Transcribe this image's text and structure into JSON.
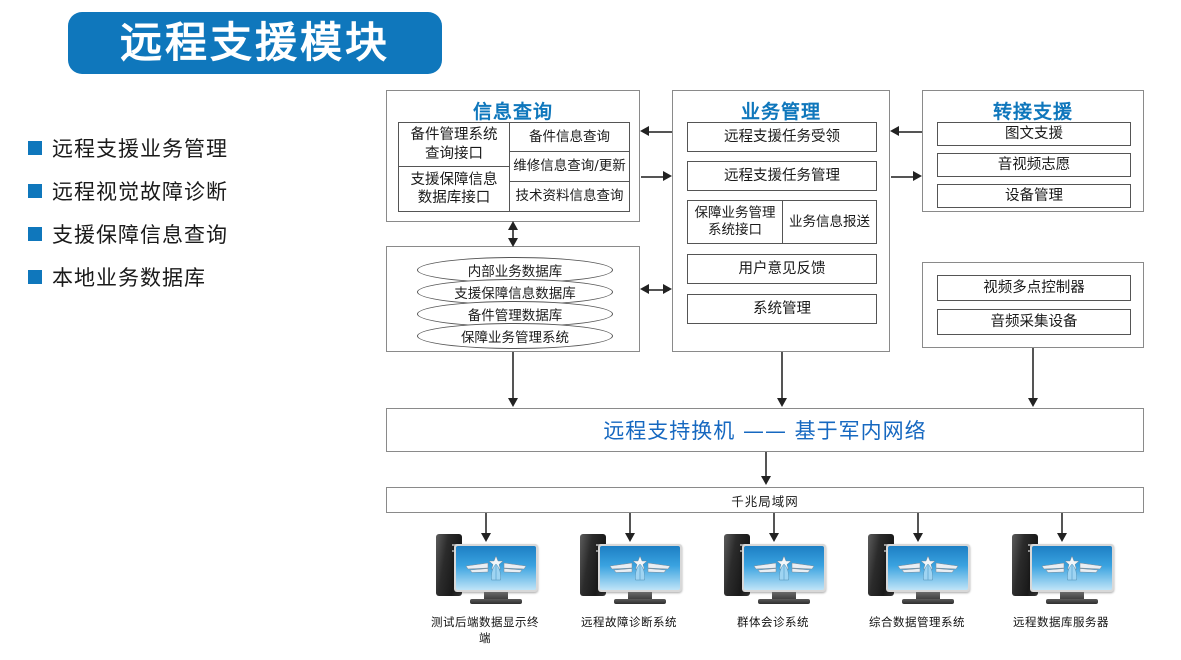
{
  "title": "远程支援模块",
  "colors": {
    "brand": "#0f77bc",
    "link": "#1668c0",
    "border": "#555555",
    "panel_border": "#8a8a8a"
  },
  "legend": {
    "items": [
      {
        "label": "远程支援业务管理"
      },
      {
        "label": "远程视觉故障诊断"
      },
      {
        "label": "支援保障信息查询"
      },
      {
        "label": "本地业务数据库"
      }
    ]
  },
  "panels": {
    "info_query": {
      "title": "信息查询",
      "left_cells": [
        "备件管理系统\n查询接口",
        "支援保障信息\n数据库接口"
      ],
      "left_cells_lines": [
        [
          "备件管理系统",
          "查询接口"
        ],
        [
          "支援保障信息",
          "数据库接口"
        ]
      ],
      "right_cells": [
        "备件信息查询",
        "维修信息查询/更新",
        "技术资料信息查询"
      ]
    },
    "database": {
      "items": [
        "内部业务数据库",
        "支援保障信息数据库",
        "备件管理数据库",
        "保障业务管理系统"
      ]
    },
    "business": {
      "title": "业务管理",
      "rows": [
        "远程支援任务受领",
        "远程支援任务管理"
      ],
      "split_row": {
        "left_lines": [
          "保障业务管理",
          "系统接口"
        ],
        "right": "业务信息报送"
      },
      "rows_after": [
        "用户意见反馈",
        "系统管理"
      ]
    },
    "forward_support": {
      "title": "转接支援",
      "items": [
        "图文支援",
        "音视频志愿",
        "设备管理"
      ]
    },
    "devices": {
      "items": [
        "视频多点控制器",
        "音频采集设备"
      ]
    }
  },
  "bars": {
    "switch": "远程支持换机 —— 基于军内网络",
    "lan": "千兆局域网"
  },
  "terminals": [
    {
      "label": "测试后端数据显示终端",
      "icon": "desktop-computer-icon"
    },
    {
      "label": "远程故障诊断系统",
      "icon": "desktop-computer-icon"
    },
    {
      "label": "群体会诊系统",
      "icon": "desktop-computer-icon"
    },
    {
      "label": "综合数据管理系统",
      "icon": "desktop-computer-icon"
    },
    {
      "label": "远程数据库服务器",
      "icon": "desktop-computer-icon"
    }
  ]
}
